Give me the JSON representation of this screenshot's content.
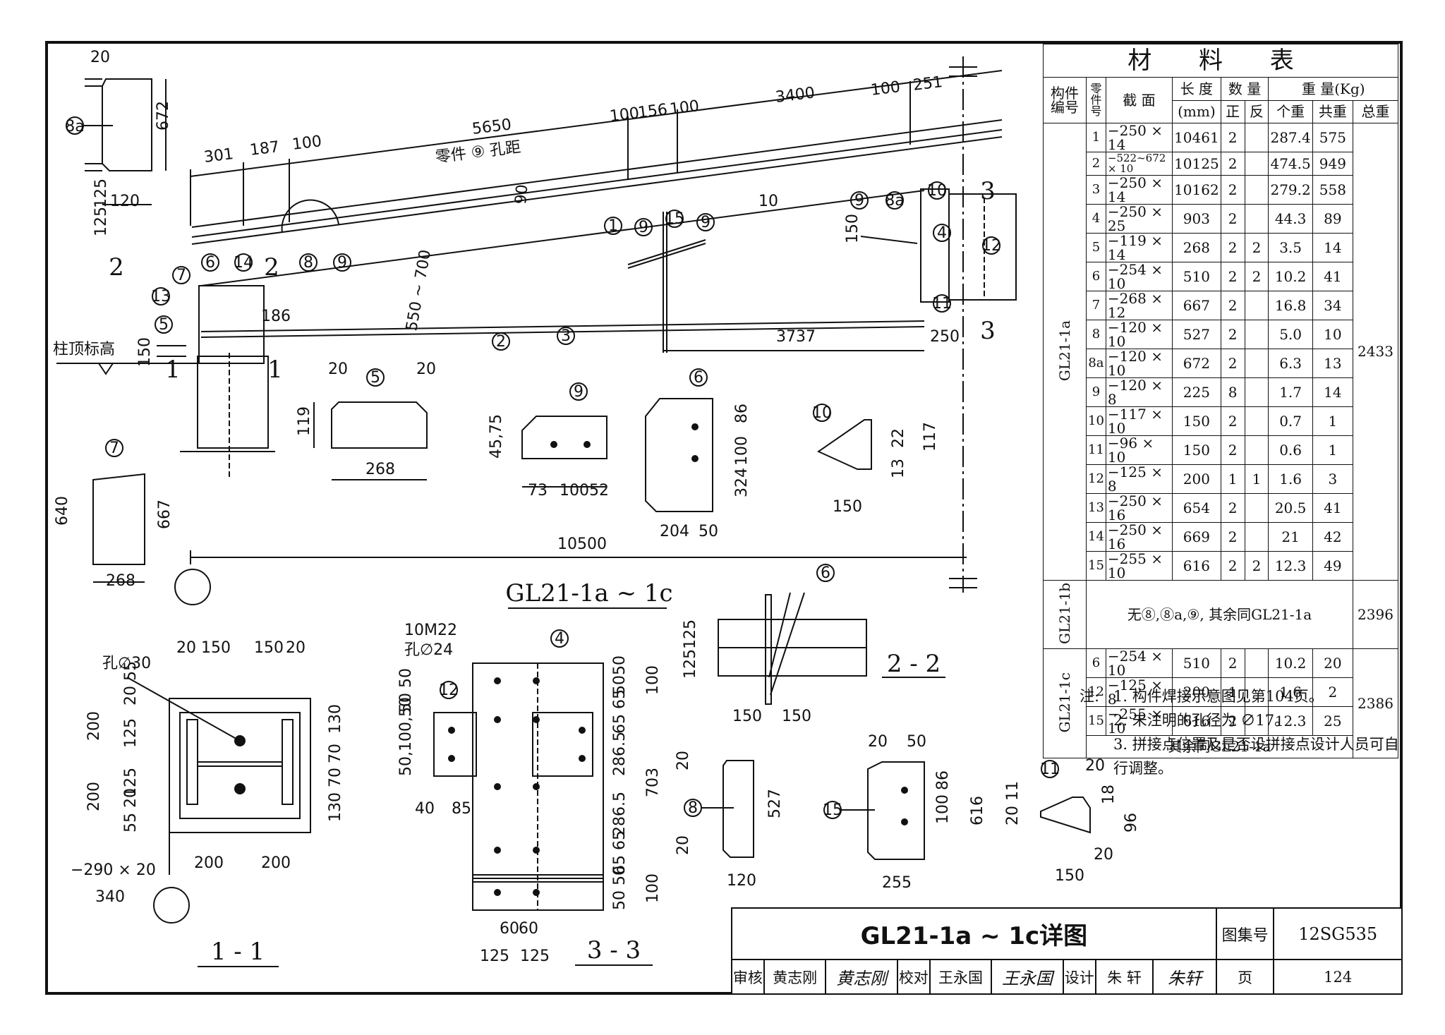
{
  "drawing": {
    "main_caption": "GL21-1a ~ 1c",
    "section_1_1": "1 - 1",
    "section_2_2": "2 - 2",
    "section_3_3": "3 - 3",
    "col_top_label": "柱顶标高",
    "hole_label_part9": "零件 ⑨ 孔距",
    "bolt_label_1": "10M22",
    "bolt_label_2": "孔∅24",
    "hole30": "孔∅30",
    "plate_290": "−290 × 20",
    "dims": {
      "d20a": "20",
      "d672": "672",
      "d120": "120",
      "d125a": "125",
      "d125b": "125",
      "d301": "301",
      "d187": "187",
      "d100a": "100",
      "d5650": "5650",
      "d100b": "100",
      "d156": "156",
      "d100c": "100",
      "d3400": "3400",
      "d100d": "100",
      "d251": "251",
      "d90": "90",
      "d10": "10",
      "d150a": "150",
      "d186": "186",
      "d550_700": "550 ~ 700",
      "d150b": "150",
      "d3737": "3737",
      "d250": "250",
      "d10500": "10500",
      "d119": "119",
      "d268a": "268",
      "d20b": "20",
      "d20c": "20",
      "d45_75": "45,75",
      "d73": "73",
      "d100e": "100",
      "d52": "52",
      "d86": "86",
      "d100f": "100",
      "d324": "324",
      "d204": "204",
      "d50": "50",
      "d117": "117",
      "d22": "22",
      "d13": "13",
      "d150c": "150",
      "d640": "640",
      "d667": "667",
      "d268b": "268",
      "s1_20a": "20",
      "s1_150a": "150",
      "s1_150b": "150",
      "s1_20b": "20",
      "s1_200a": "200",
      "s1_200b": "200",
      "s1_340": "340",
      "s1_130a": "130",
      "s1_70a": "70",
      "s1_70b": "70",
      "s1_130b": "130",
      "s1_left_top": "200",
      "s1_left_bot": "200",
      "s1_125a": "125",
      "s1_125b": "125",
      "s1_2055": "20 55",
      "s1_5520": "55 20",
      "s3_5050a": "50 50",
      "s3_100a": "100",
      "s3_5050": "5050",
      "s3_6565a": "65 65",
      "s3_2865a": "286.5",
      "s3_2865b": "286.5",
      "s3_703": "703",
      "s3_6565b": "65 65",
      "s3_5050b": "50 50",
      "s3_100b": "100",
      "s3_40": "40",
      "s3_85": "85",
      "s3_60a": "60",
      "s3_60b": "60",
      "s3_125a": "125",
      "s3_125b": "125",
      "s3_50100": "50,100,50",
      "s2_125a": "125",
      "s2_125b": "125",
      "s2_150a": "150",
      "s2_150b": "150",
      "p8_20a": "20",
      "p8_527": "527",
      "p8_120": "120",
      "p8_20b": "20",
      "p15_20": "20",
      "p15_50": "50",
      "p15_86": "86",
      "p15_100": "100",
      "p15_616": "616",
      "p15_255": "255",
      "p11_20a": "20",
      "p11_18": "18",
      "p11_96": "96",
      "p11_2011": "20 11",
      "p11_20b": "20",
      "p11_150": "150"
    },
    "part_marks": [
      "1",
      "2",
      "3",
      "4",
      "5",
      "6",
      "7",
      "8",
      "8a",
      "9",
      "10",
      "11",
      "12",
      "13",
      "14",
      "15"
    ]
  },
  "material_table": {
    "title": "材 料 表",
    "headers": {
      "member_no": "构件编号",
      "part_no": "零件号",
      "section": "截 面",
      "length": "长 度",
      "length_unit": "(mm)",
      "qty": "数 量",
      "qty_pos": "正",
      "qty_rev": "反",
      "weight": "重 量(Kg)",
      "w_each": "个重",
      "w_sum": "共重",
      "w_total": "总重"
    },
    "gl21_1a": {
      "name": "GL21-1a",
      "total": "2433",
      "rows": [
        {
          "no": "1",
          "sec": "−250 × 14",
          "len": "10461",
          "pos": "2",
          "rev": "",
          "each": "287.4",
          "sum": "575"
        },
        {
          "no": "2",
          "sec": "−522~672 × 10",
          "len": "10125",
          "pos": "2",
          "rev": "",
          "each": "474.5",
          "sum": "949"
        },
        {
          "no": "3",
          "sec": "−250 × 14",
          "len": "10162",
          "pos": "2",
          "rev": "",
          "each": "279.2",
          "sum": "558"
        },
        {
          "no": "4",
          "sec": "−250 × 25",
          "len": "903",
          "pos": "2",
          "rev": "",
          "each": "44.3",
          "sum": "89"
        },
        {
          "no": "5",
          "sec": "−119 × 14",
          "len": "268",
          "pos": "2",
          "rev": "2",
          "each": "3.5",
          "sum": "14"
        },
        {
          "no": "6",
          "sec": "−254 × 10",
          "len": "510",
          "pos": "2",
          "rev": "2",
          "each": "10.2",
          "sum": "41"
        },
        {
          "no": "7",
          "sec": "−268 × 12",
          "len": "667",
          "pos": "2",
          "rev": "",
          "each": "16.8",
          "sum": "34"
        },
        {
          "no": "8",
          "sec": "−120 × 10",
          "len": "527",
          "pos": "2",
          "rev": "",
          "each": "5.0",
          "sum": "10"
        },
        {
          "no": "8a",
          "sec": "−120 × 10",
          "len": "672",
          "pos": "2",
          "rev": "",
          "each": "6.3",
          "sum": "13"
        },
        {
          "no": "9",
          "sec": "−120 × 8",
          "len": "225",
          "pos": "8",
          "rev": "",
          "each": "1.7",
          "sum": "14"
        },
        {
          "no": "10",
          "sec": "−117 × 10",
          "len": "150",
          "pos": "2",
          "rev": "",
          "each": "0.7",
          "sum": "1"
        },
        {
          "no": "11",
          "sec": "−96 × 10",
          "len": "150",
          "pos": "2",
          "rev": "",
          "each": "0.6",
          "sum": "1"
        },
        {
          "no": "12",
          "sec": "−125 × 8",
          "len": "200",
          "pos": "1",
          "rev": "1",
          "each": "1.6",
          "sum": "3"
        },
        {
          "no": "13",
          "sec": "−250 × 16",
          "len": "654",
          "pos": "2",
          "rev": "",
          "each": "20.5",
          "sum": "41"
        },
        {
          "no": "14",
          "sec": "−250 × 16",
          "len": "669",
          "pos": "2",
          "rev": "",
          "each": "21",
          "sum": "42"
        },
        {
          "no": "15",
          "sec": "−255 × 10",
          "len": "616",
          "pos": "2",
          "rev": "2",
          "each": "12.3",
          "sum": "49"
        }
      ]
    },
    "gl21_1b": {
      "name": "GL21-1b",
      "note": "无⑧,⑧a,⑨, 其余同GL21-1a",
      "total": "2396"
    },
    "gl21_1c": {
      "name": "GL21-1c",
      "total": "2386",
      "rows": [
        {
          "no": "6",
          "sec": "−254 × 10",
          "len": "510",
          "pos": "2",
          "rev": "",
          "each": "10.2",
          "sum": "20"
        },
        {
          "no": "12",
          "sec": "−125 × 8",
          "len": "200",
          "pos": "1",
          "rev": "",
          "each": "1.6",
          "sum": "2"
        },
        {
          "no": "15",
          "sec": "−255 × 10",
          "len": "616",
          "pos": "2",
          "rev": "",
          "each": "12.3",
          "sum": "25"
        }
      ],
      "note": "其余同GL21-1a"
    }
  },
  "notes": {
    "label": "注:",
    "items": [
      "1. 构件焊接示意图见第104页。",
      "2. 未注明的孔径为 ∅17。",
      "3. 拼接点位置及是否设拼接点设计人员可自行调整。"
    ]
  },
  "title_block": {
    "title": "GL21-1a ~ 1c详图",
    "atlas_label": "图集号",
    "atlas_no": "12SG535",
    "review_label": "审核",
    "reviewer": "黄志刚",
    "reviewer_sig": "黄志刚",
    "check_label": "校对",
    "checker": "王永国",
    "checker_sig": "王永国",
    "design_label": "设计",
    "designer": "朱 轩",
    "designer_sig": "朱轩",
    "page_label": "页",
    "page_no": "124"
  }
}
